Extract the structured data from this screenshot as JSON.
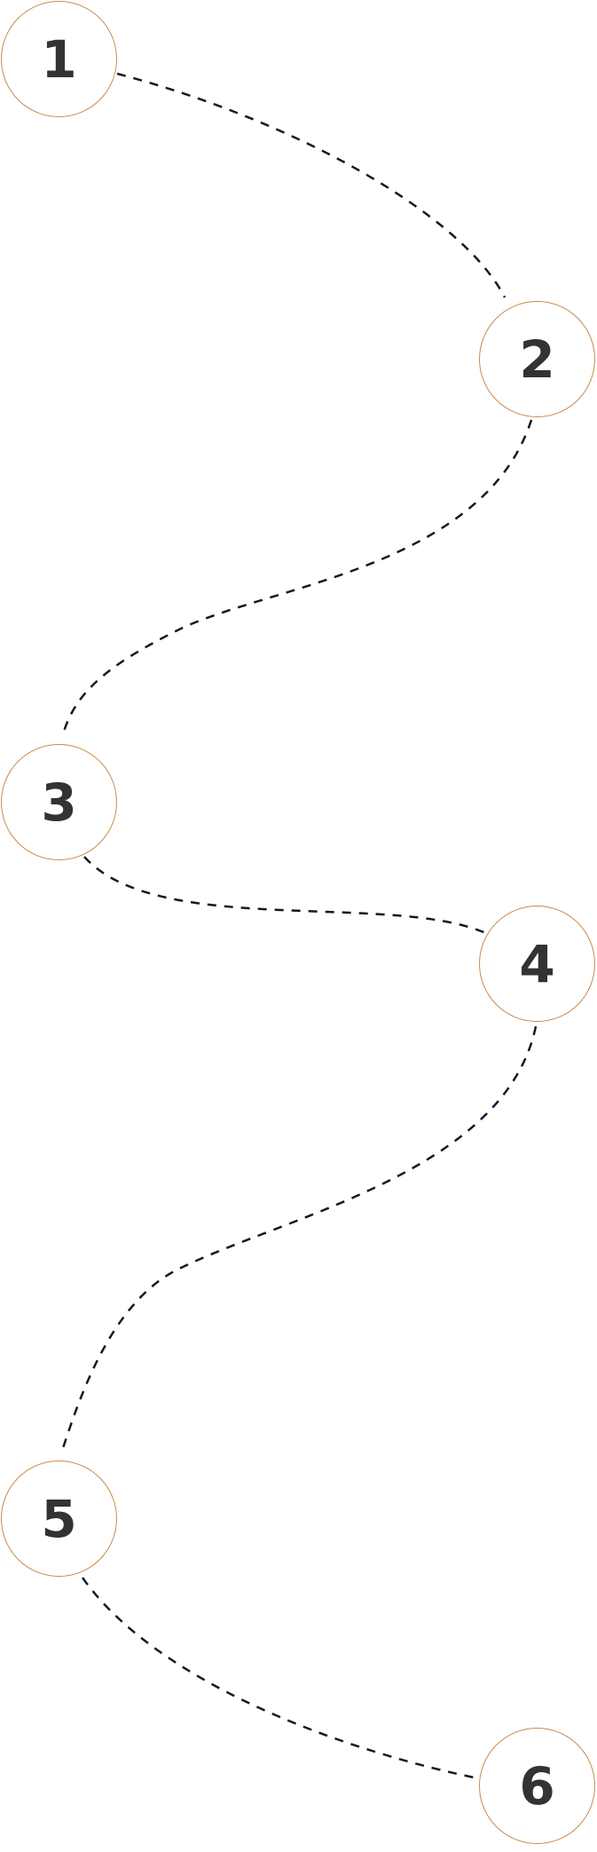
{
  "steps": [
    {
      "label": "1"
    },
    {
      "label": "2"
    },
    {
      "label": "3"
    },
    {
      "label": "4"
    },
    {
      "label": "5"
    },
    {
      "label": "6"
    }
  ],
  "colors": {
    "circle_border": "#c98a4b",
    "connector": "#0d1b2a",
    "number": "#333333"
  }
}
